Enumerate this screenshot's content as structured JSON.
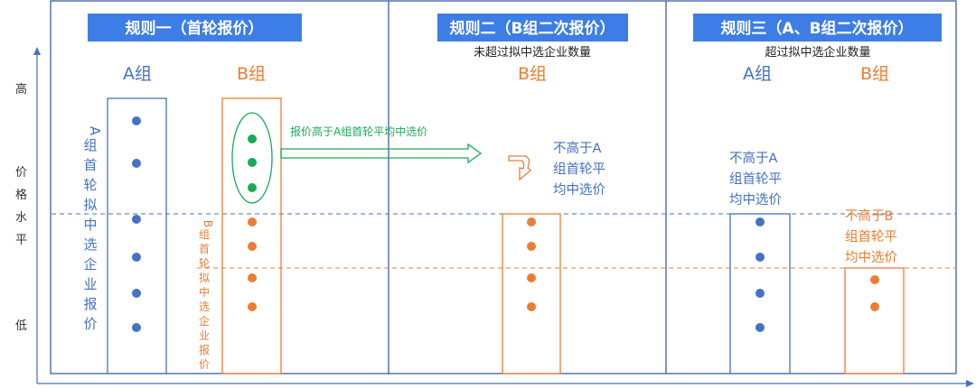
{
  "colors": {
    "blue": "#4472c4",
    "blue_banner": "#3d7ee6",
    "orange": "#ed7d31",
    "green": "#1aaa55",
    "frame": "#2f4f9e"
  },
  "y_axis": {
    "high": "高",
    "mid": [
      "价",
      "格",
      "水",
      "平"
    ],
    "low": "低"
  },
  "rule1": {
    "banner": "规则一（首轮报价）",
    "group_a": "A组",
    "group_b": "B组",
    "a_vertical": [
      "A",
      "组",
      "首",
      "轮",
      "拟",
      "中",
      "选",
      "企",
      "业",
      "报",
      "价"
    ],
    "b_vertical": [
      "B",
      "组",
      "首",
      "轮",
      "拟",
      "中",
      "选",
      "企",
      "业",
      "报",
      "价"
    ],
    "arrow_label": "报价高于A组首轮平均中选价"
  },
  "rule2": {
    "banner": "规则二（B组二次报价）",
    "subtitle": "未超过拟中选企业数量",
    "group_b": "B组",
    "note": [
      "不高于A",
      "组首轮平",
      "均中选价"
    ]
  },
  "rule3": {
    "banner": "规则三（A、B组二次报价）",
    "subtitle": "超过拟中选企业数量",
    "group_a": "A组",
    "group_b": "B组",
    "note_a": [
      "不高于A",
      "组首轮平",
      "均中选价"
    ],
    "note_b": [
      "不高于B",
      "组首轮平",
      "均中选价"
    ]
  }
}
